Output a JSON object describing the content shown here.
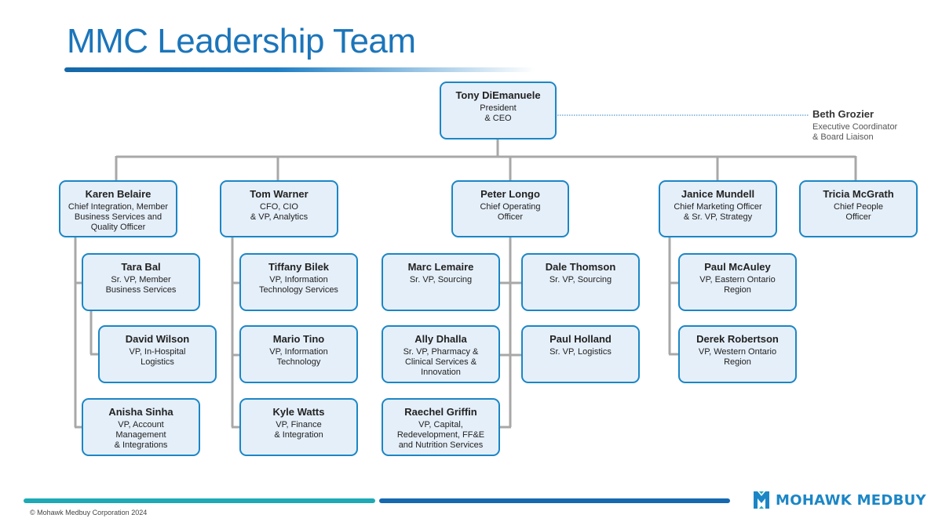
{
  "title": "MMC Leadership Team",
  "ceo": {
    "name": "Tony DiEmanuele",
    "title": "President\n& CEO"
  },
  "side": {
    "name": "Beth Grozier",
    "title": "Executive Coordinator\n& Board Liaison"
  },
  "columns": [
    {
      "name": "Karen Belaire",
      "title": "Chief Integration, Member\nBusiness Services and\nQuality Officer",
      "reports": [
        {
          "name": "Tara Bal",
          "title": "Sr. VP, Member\nBusiness Services",
          "reports": [
            {
              "name": "David Wilson",
              "title": "VP, In-Hospital\nLogistics"
            }
          ]
        },
        {
          "name": "Anisha Sinha",
          "title": "VP, Account\nManagement\n& Integrations"
        }
      ]
    },
    {
      "name": "Tom Warner",
      "title": "CFO, CIO\n& VP, Analytics",
      "reports": [
        {
          "name": "Tiffany Bilek",
          "title": "VP, Information\nTechnology Services"
        },
        {
          "name": "Mario Tino",
          "title": "VP, Information\nTechnology"
        },
        {
          "name": "Kyle Watts",
          "title": "VP, Finance\n& Integration"
        }
      ]
    },
    {
      "name": "Peter Longo",
      "title": "Chief Operating\nOfficer",
      "reports": [
        {
          "name": "Marc Lemaire",
          "title": "Sr. VP, Sourcing"
        },
        {
          "name": "Dale Thomson",
          "title": "Sr. VP, Sourcing"
        },
        {
          "name": "Ally Dhalla",
          "title": "Sr. VP, Pharmacy &\nClinical Services &\nInnovation"
        },
        {
          "name": "Paul Holland",
          "title": "Sr. VP, Logistics"
        },
        {
          "name": "Raechel Griffin",
          "title": "VP, Capital,\nRedevelopment, FF&E\nand Nutrition Services"
        }
      ]
    },
    {
      "name": "Janice Mundell",
      "title": "Chief Marketing Officer\n& Sr. VP, Strategy",
      "reports": [
        {
          "name": "Paul McAuley",
          "title": "VP, Eastern Ontario\nRegion"
        },
        {
          "name": "Derek Robertson",
          "title": "VP, Western Ontario\nRegion"
        }
      ]
    },
    {
      "name": "Tricia McGrath",
      "title": "Chief People\nOfficer",
      "reports": []
    }
  ],
  "footer": {
    "copyright": "© Mohawk Medbuy Corporation 2024",
    "logo_text": "MOHAWK MEDBUY",
    "logo_icon": "mm-logo-icon"
  },
  "colors": {
    "title": "#1b75ba",
    "box_fill": "#e5eff9",
    "box_border": "#1b86c6",
    "connector": "#a8a8a8",
    "footer_teal": "#1eaab5",
    "footer_blue": "#1668b0"
  }
}
